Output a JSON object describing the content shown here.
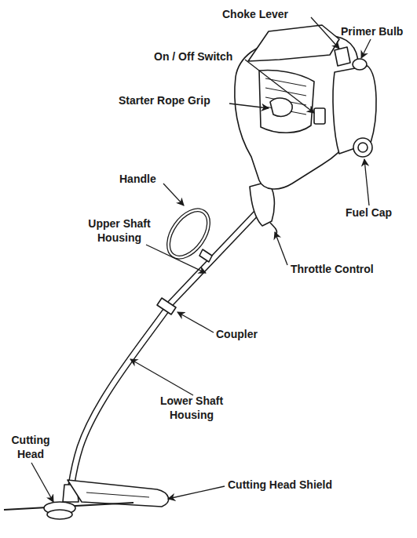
{
  "diagram": {
    "labels": [
      "Choke Lever",
      "Primer Bulb",
      "On / Off Switch",
      "Starter Rope Grip",
      "Handle",
      "Fuel Cap",
      "Upper Shaft Housing",
      "Throttle Control",
      "Coupler",
      "Lower Shaft Housing",
      "Cutting Head",
      "Cutting Head Shield"
    ]
  }
}
